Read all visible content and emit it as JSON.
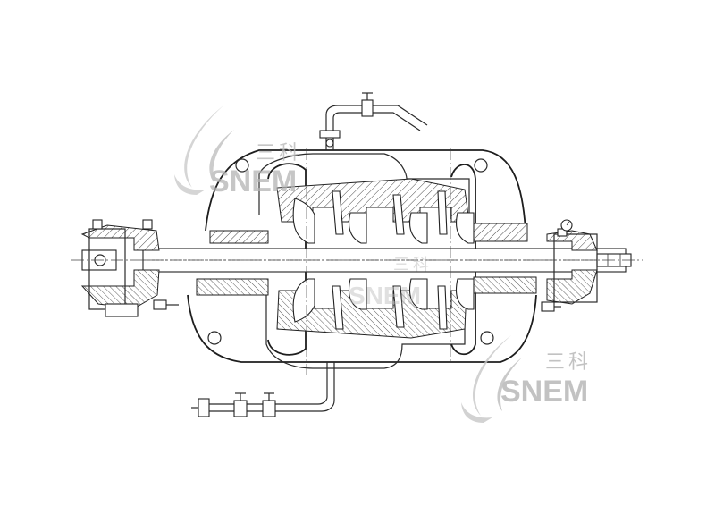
{
  "watermarks": [
    {
      "cn": "三科",
      "en": "SNEM"
    },
    {
      "cn": "三科",
      "en": "SNEM"
    },
    {
      "cn": "三科",
      "en": "SNEM"
    }
  ],
  "colors": {
    "line": "#222222",
    "watermark": "#b4b4b4",
    "background": "#ffffff"
  },
  "icons": [
    "pressure-gauge-icon",
    "snem-logo-icon"
  ]
}
